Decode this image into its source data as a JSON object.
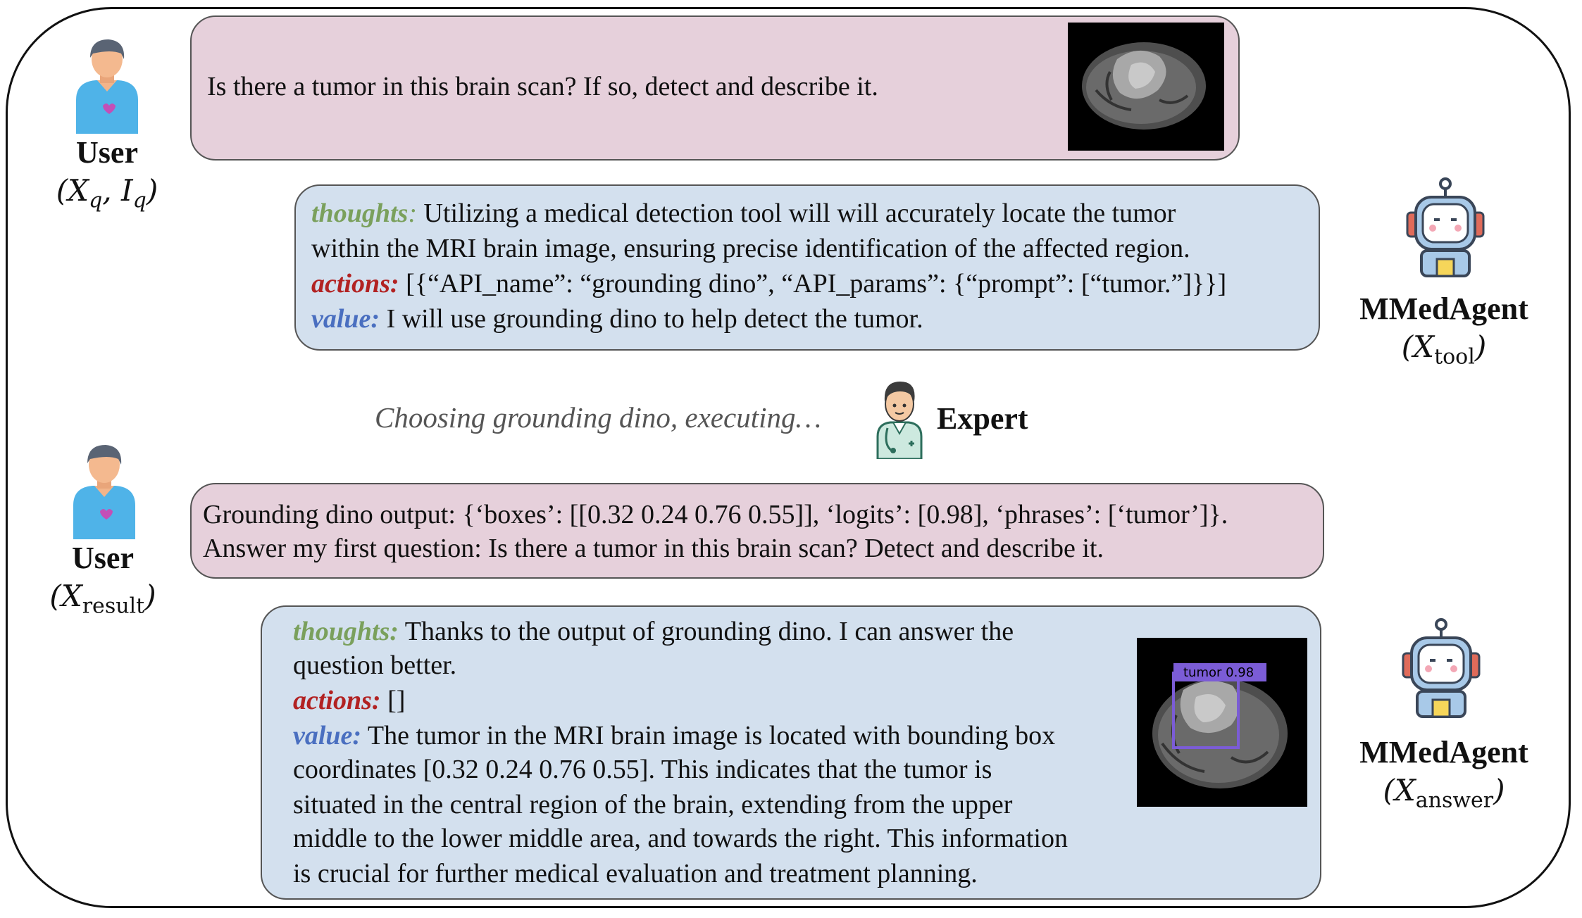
{
  "colors": {
    "thoughts": "#7aa05c",
    "actions": "#b22222",
    "value": "#4a6fc0",
    "user_bubble": "#e6d0db",
    "agent_bubble": "#d3e0ee",
    "bbox": "#7b5cd6"
  },
  "user1": {
    "name": "User",
    "sub_x": "X",
    "sub_xs": "q",
    "sub_i": "I",
    "sub_is": "q",
    "query": "Is there a tumor in this brain scan? If so, detect and describe it."
  },
  "agent1": {
    "name": "MMedAgent",
    "sub_x": "X",
    "sub_s": "tool",
    "thoughts_kw": "thoughts",
    "thoughts_line1": " Utilizing a medical detection tool will will accurately locate the tumor",
    "thoughts_line2": "within the MRI brain image, ensuring precise identification of the affected region.",
    "actions_kw": "actions:",
    "actions_text": " [{“API_name”: “grounding dino”, “API_params”: {“prompt”: [“tumor.”]}}]",
    "value_kw": "value:",
    "value_text": " I will use grounding dino to help detect the tumor."
  },
  "expert": {
    "status": "Choosing grounding dino, executing…",
    "name": "Expert"
  },
  "user2": {
    "name": "User",
    "sub_x": "X",
    "sub_s": "result",
    "line1": "Grounding dino output: {‘boxes’: [[0.32 0.24 0.76 0.55]], ‘logits’: [0.98], ‘phrases’: [‘tumor’]}.",
    "line2": "Answer my first question: Is there a tumor in this brain scan? Detect and describe it."
  },
  "agent2": {
    "name": "MMedAgent",
    "sub_x": "X",
    "sub_s": "answer",
    "thoughts_kw": "thoughts:",
    "thoughts_line1": " Thanks to the output of grounding dino. I can answer the",
    "thoughts_line2": "question better.",
    "actions_kw": "actions:",
    "actions_text": " []",
    "value_kw": "value:",
    "value_line1": " The tumor in the MRI brain image is located with bounding box",
    "value_line2": "coordinates [0.32 0.24 0.76 0.55]. This indicates that the tumor is",
    "value_line3": "situated in the central region of the brain, extending from the upper",
    "value_line4": "middle to the lower middle area, and towards the right. This information",
    "value_line5": "is crucial for further medical evaluation and treatment planning.",
    "box_label": "tumor 0.98"
  }
}
